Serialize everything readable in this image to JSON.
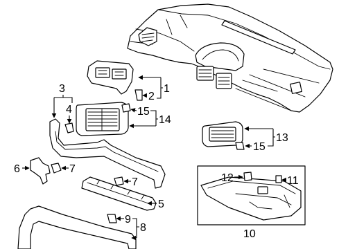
{
  "callouts": [
    "1",
    "2",
    "3",
    "4",
    "15",
    "14",
    "13",
    "15",
    "6",
    "7",
    "7",
    "12",
    "11",
    "5",
    "9",
    "8",
    "10"
  ]
}
